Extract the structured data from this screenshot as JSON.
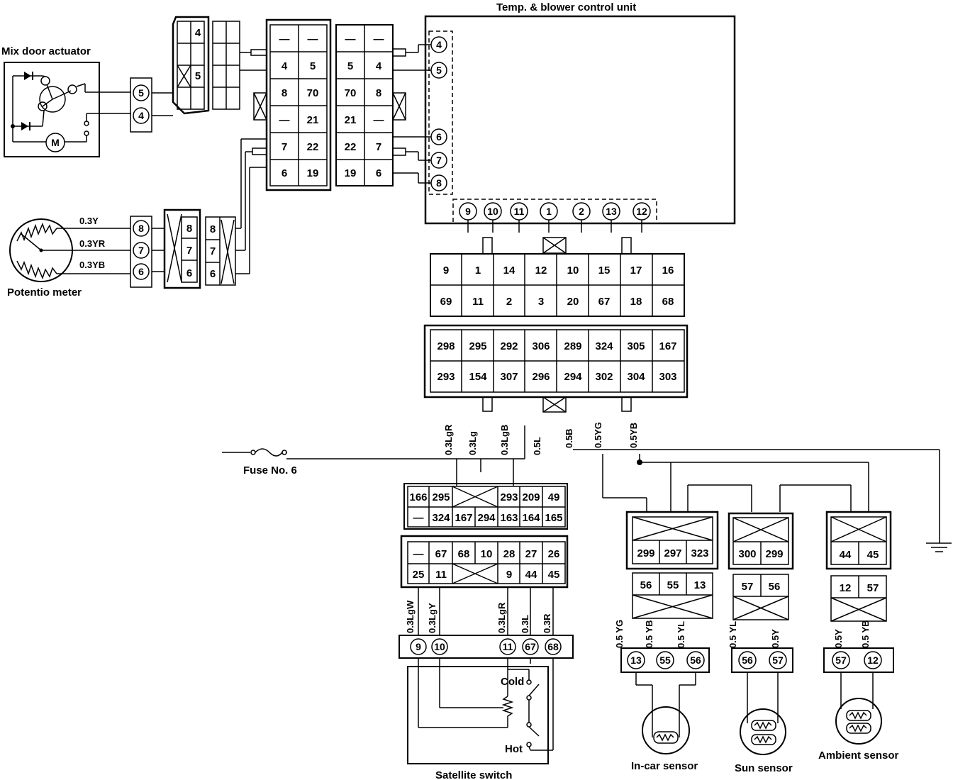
{
  "titles": {
    "control_unit": "Temp. & blower control unit",
    "mix_door": "Mix door actuator",
    "potentio": "Potentio meter",
    "fuse": "Fuse No. 6",
    "satellite": "Satellite switch",
    "incar": "In-car sensor",
    "sun": "Sun sensor",
    "ambient": "Ambient sensor",
    "cold": "Cold",
    "hot": "Hot",
    "motor": "M"
  },
  "mix_door_pins": [
    "5",
    "4"
  ],
  "potentio_pins": [
    "8",
    "7",
    "6"
  ],
  "potentio_wires": [
    "0.3Y",
    "0.3YR",
    "0.3YB"
  ],
  "small_conn_a": [
    "4",
    "5"
  ],
  "small_conn_b": [
    "8",
    "7",
    "6"
  ],
  "small_conn_c": [
    "8",
    "7",
    "6"
  ],
  "conn_left": [
    [
      "—",
      "—"
    ],
    [
      "4",
      "5"
    ],
    [
      "8",
      "70"
    ],
    [
      "—",
      "21"
    ],
    [
      "7",
      "22"
    ],
    [
      "6",
      "19"
    ]
  ],
  "conn_right": [
    [
      "—",
      "—"
    ],
    [
      "5",
      "4"
    ],
    [
      "70",
      "8"
    ],
    [
      "21",
      "—"
    ],
    [
      "22",
      "7"
    ],
    [
      "19",
      "6"
    ]
  ],
  "unit_left_pins": [
    "4",
    "5",
    "6",
    "7",
    "8"
  ],
  "unit_bottom_pins": [
    "9",
    "10",
    "11",
    "1",
    "2",
    "13",
    "12"
  ],
  "main_conn_a": [
    [
      "9",
      "1",
      "14",
      "12",
      "10",
      "15",
      "17",
      "16"
    ],
    [
      "69",
      "11",
      "2",
      "3",
      "20",
      "67",
      "18",
      "68"
    ]
  ],
  "main_conn_b": [
    [
      "298",
      "295",
      "292",
      "306",
      "289",
      "324",
      "305",
      "167"
    ],
    [
      "293",
      "154",
      "307",
      "296",
      "294",
      "302",
      "304",
      "303"
    ]
  ],
  "bus_wires": [
    "0.3LgR",
    "0.3Lg",
    "0.3LgB",
    "0.5L",
    "0.5B",
    "0.5YG",
    "0.5YB"
  ],
  "mid_conn_a": [
    [
      "166",
      "295",
      "",
      "293",
      "209",
      "49"
    ],
    [
      "—",
      "324",
      "167",
      "294",
      "163",
      "164",
      "165"
    ]
  ],
  "mid_conn_b": [
    [
      "—",
      "67",
      "68",
      "10",
      "28",
      "27",
      "26"
    ],
    [
      "25",
      "11",
      "",
      "9",
      "44",
      "45"
    ]
  ],
  "sat_wires": [
    "0.3LgW",
    "0.3LgY",
    "0.3LgR",
    "0.3L",
    "0.3R"
  ],
  "sat_pins": [
    "9",
    "10",
    "11",
    "67",
    "68"
  ],
  "incar": {
    "top": [
      "299",
      "297",
      "323"
    ],
    "mid": [
      "56",
      "55",
      "13"
    ],
    "wires": [
      "0.5 YG",
      "0.5 YB",
      "0.5 YL"
    ],
    "pins": [
      "13",
      "55",
      "56"
    ]
  },
  "sun": {
    "top": [
      "300",
      "299"
    ],
    "mid": [
      "57",
      "56"
    ],
    "wires": [
      "0.5 YL",
      "0.5Y"
    ],
    "pins": [
      "56",
      "57"
    ]
  },
  "ambient": {
    "top": [
      "44",
      "45"
    ],
    "mid": [
      "12",
      "57"
    ],
    "wires": [
      "0.5Y",
      "0.5 YB"
    ],
    "pins": [
      "57",
      "12"
    ]
  }
}
